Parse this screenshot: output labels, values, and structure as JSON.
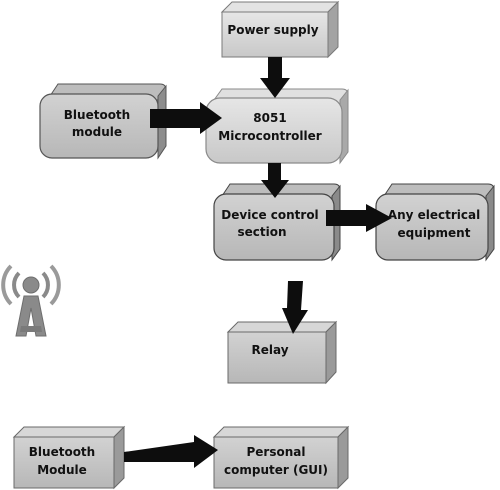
{
  "nodes": {
    "power_supply": {
      "line1": "Power supply"
    },
    "bluetooth_module_top": {
      "line1": "Bluetooth",
      "line2": "module"
    },
    "microcontroller": {
      "line1": "8051",
      "line2": "Microcontroller"
    },
    "device_control": {
      "line1": "Device control",
      "line2": "section"
    },
    "electrical_equipment": {
      "line1": "Any electrical",
      "line2": "equipment"
    },
    "relay": {
      "line1": "Relay"
    },
    "bluetooth_module_bottom": {
      "line1": "Bluetooth",
      "line2": "Module"
    },
    "personal_computer": {
      "line1": "Personal",
      "line2": "computer (GUI)"
    }
  },
  "colors": {
    "box_fill": "#c9c9c9",
    "box_top": "#dedede",
    "box_side": "#9a9a9a",
    "arrow": "#0d0d0d",
    "antenna": "#8a8a8a"
  },
  "icons": [
    "antenna-icon"
  ]
}
